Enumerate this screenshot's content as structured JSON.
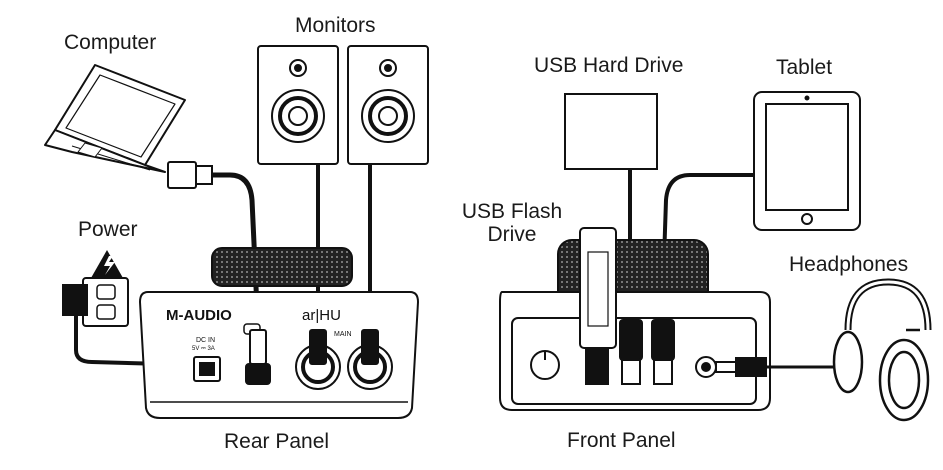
{
  "labels": {
    "computer": "Computer",
    "monitors": "Monitors",
    "power": "Power",
    "usb_hard_drive": "USB Hard Drive",
    "tablet": "Tablet",
    "usb_flash_drive_line1": "USB Flash",
    "usb_flash_drive_line2": "Drive",
    "headphones": "Headphones",
    "rear_panel": "Rear Panel",
    "front_panel": "Front Panel"
  },
  "device_text": {
    "brand": "M-AUDIO",
    "model_fragment": "ar|HU",
    "main_output": "MAIN",
    "dc_in": "DC IN",
    "dc_spec": "5V ⎓ 3A"
  },
  "colors": {
    "line": "#111111",
    "fill": "#ffffff"
  }
}
